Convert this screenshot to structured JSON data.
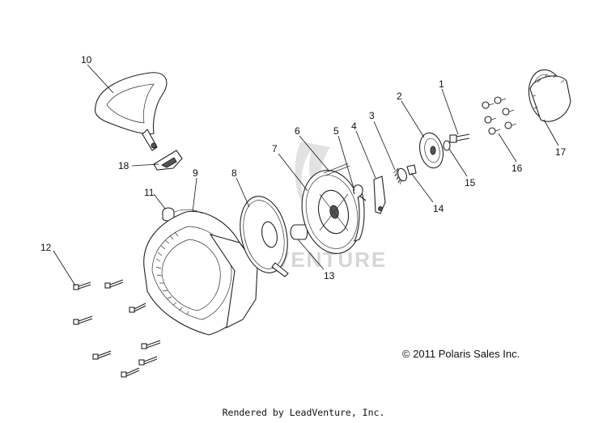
{
  "watermark": "VENTURE",
  "copyright": "© 2011 Polaris Sales Inc.",
  "footer": "Rendered by LeadVenture, Inc.",
  "callouts": {
    "c1": "1",
    "c2": "2",
    "c3": "3",
    "c4": "4",
    "c5": "5",
    "c6": "6",
    "c7": "7",
    "c8": "8",
    "c9": "9",
    "c10": "10",
    "c11": "11",
    "c12": "12",
    "c13": "13",
    "c14": "14",
    "c15": "15",
    "c16": "16",
    "c17": "17",
    "c18": "18"
  }
}
